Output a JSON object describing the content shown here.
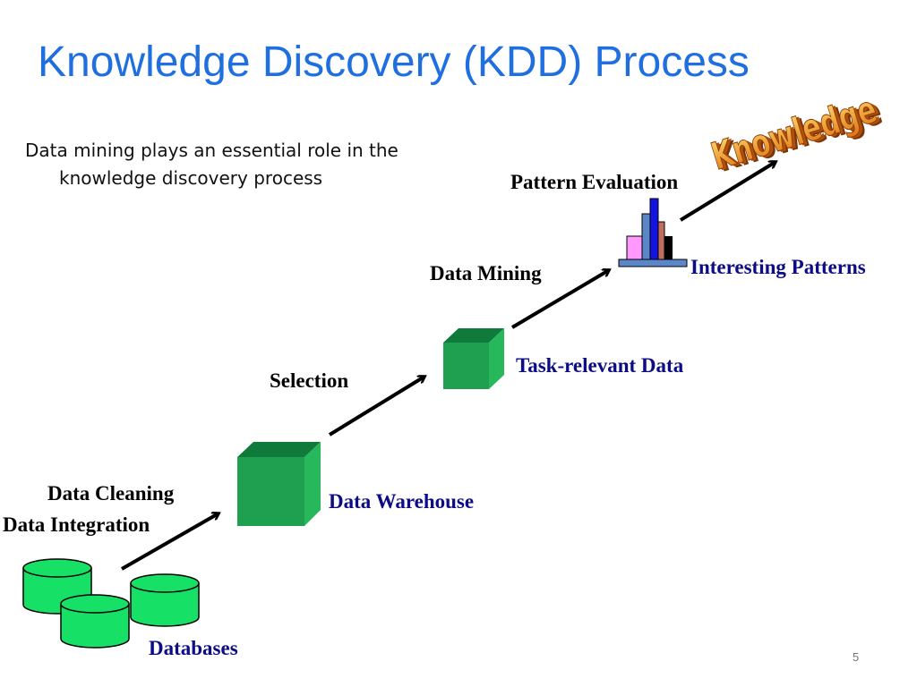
{
  "title": "Knowledge Discovery (KDD) Process",
  "subtitle": {
    "line1": "Data mining plays an essential role in the",
    "line2": "knowledge discovery process"
  },
  "steps": {
    "cleaning": "Data Cleaning",
    "integration": "Data Integration",
    "selection": "Selection",
    "mining": "Data Mining",
    "evaluation": "Pattern Evaluation"
  },
  "stores": {
    "databases": "Databases",
    "warehouse": "Data Warehouse",
    "task_relevant": "Task-relevant Data",
    "patterns": "Interesting Patterns"
  },
  "knowledge_wordart": "Knowledge",
  "page_number": "5",
  "colors": {
    "title": "#1f6fe0",
    "store_label": "#0c0c86",
    "cube": "#1fa050",
    "wordart_fill": "#f0a020"
  }
}
